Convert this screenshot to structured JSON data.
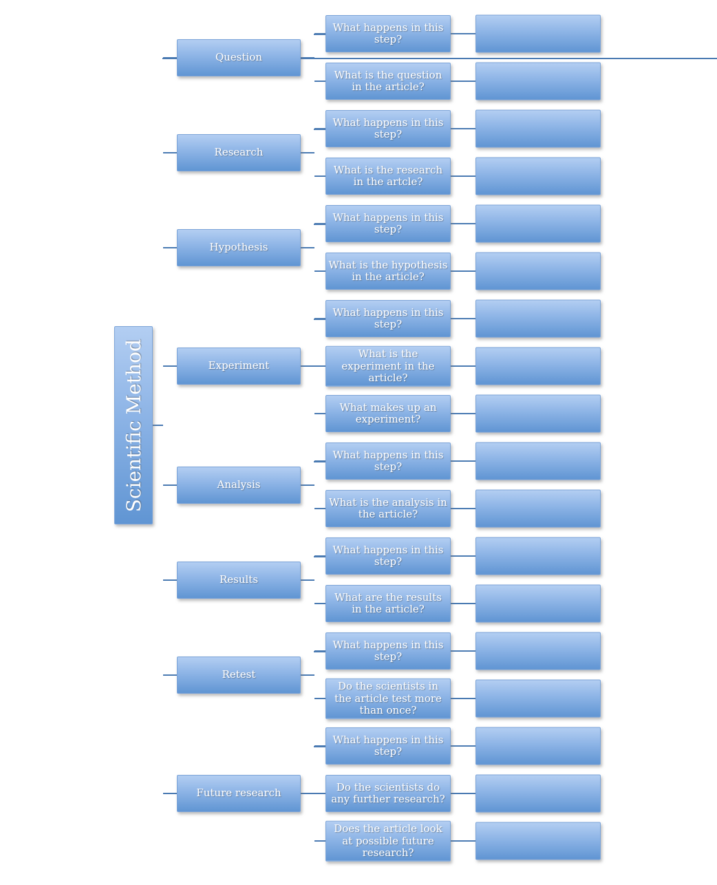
{
  "diagram": {
    "root": {
      "label": "Scientific Method"
    },
    "branches": [
      {
        "label": "Question",
        "children": [
          {
            "question": "What happens in this step?"
          },
          {
            "question": "What is the question in the article?"
          }
        ]
      },
      {
        "label": "Research",
        "children": [
          {
            "question": "What happens in this step?"
          },
          {
            "question": "What is the research in the artcle?"
          }
        ]
      },
      {
        "label": "Hypothesis",
        "children": [
          {
            "question": "What happens in this step?"
          },
          {
            "question": "What is the hypothesis in the article?"
          }
        ]
      },
      {
        "label": "Experiment",
        "children": [
          {
            "question": "What happens in this step?"
          },
          {
            "question": "What is the experiment in the article?"
          },
          {
            "question": "What makes up an experiment?"
          }
        ]
      },
      {
        "label": "Analysis",
        "children": [
          {
            "question": "What happens in this step?"
          },
          {
            "question": "What is the analysis in the article?"
          }
        ]
      },
      {
        "label": "Results",
        "children": [
          {
            "question": "What happens in this step?"
          },
          {
            "question": "What are the results in the article?"
          }
        ]
      },
      {
        "label": "Retest",
        "children": [
          {
            "question": "What happens in this step?"
          },
          {
            "question": "Do the scientists in the article test more than once?"
          }
        ]
      },
      {
        "label": "Future research",
        "children": [
          {
            "question": "What happens in this step?"
          },
          {
            "question": "Do the scientists do any further research?"
          },
          {
            "question": "Does the article look at possible future research?"
          }
        ]
      }
    ],
    "colors": {
      "connector": "#4a7ab2",
      "box_top": "#b3cef2",
      "box_mid": "#8db4e6",
      "box_bottom": "#6095d3",
      "box_border": "#7aa3d8",
      "text": "#ffffff"
    }
  }
}
